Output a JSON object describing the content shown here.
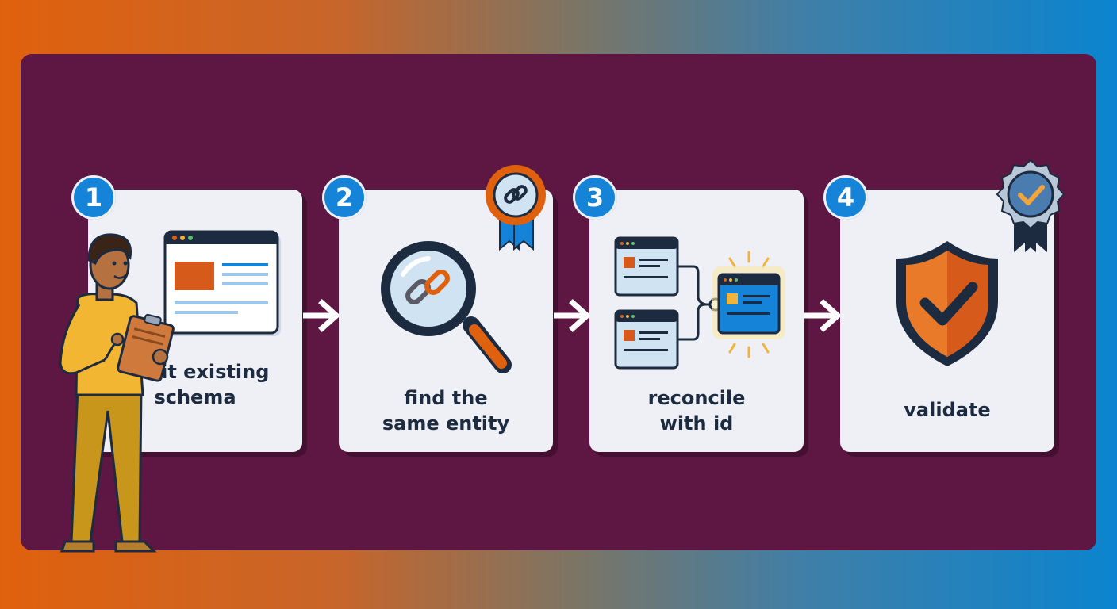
{
  "steps": [
    {
      "number": "1",
      "label": "audit existing schema"
    },
    {
      "number": "2",
      "label": "find the same entity"
    },
    {
      "number": "3",
      "label": "reconcile with id"
    },
    {
      "number": "4",
      "label": "validate"
    }
  ],
  "colors": {
    "panel": "#5d1742",
    "card": "#eef0f5",
    "accent_blue": "#1583d8",
    "accent_orange": "#e0610d",
    "navy": "#1d2b40"
  },
  "icons": [
    "person-clipboard-icon",
    "browser-window-icon",
    "magnifier-link-icon",
    "link-ribbon-icon",
    "merge-windows-icon",
    "shield-check-icon",
    "check-ribbon-icon",
    "arrow-right-icon"
  ]
}
